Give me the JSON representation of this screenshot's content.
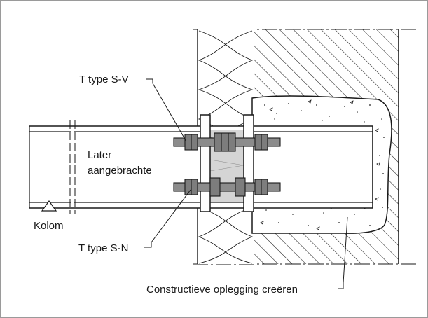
{
  "labels": {
    "t_type_sv": "T type S-V",
    "later_line1": "Later",
    "later_line2": "aangebrachte",
    "kolom": "Kolom",
    "t_type_sn": "T type S-N",
    "constructieve": "Constructieve oplegging creëren"
  },
  "colors": {
    "line": "#1a1a1a",
    "frame": "#9a9a9a",
    "bolt": "#8c8c8c",
    "plate": "#7d7d7d",
    "insulation_core": "#cfcfcf"
  }
}
